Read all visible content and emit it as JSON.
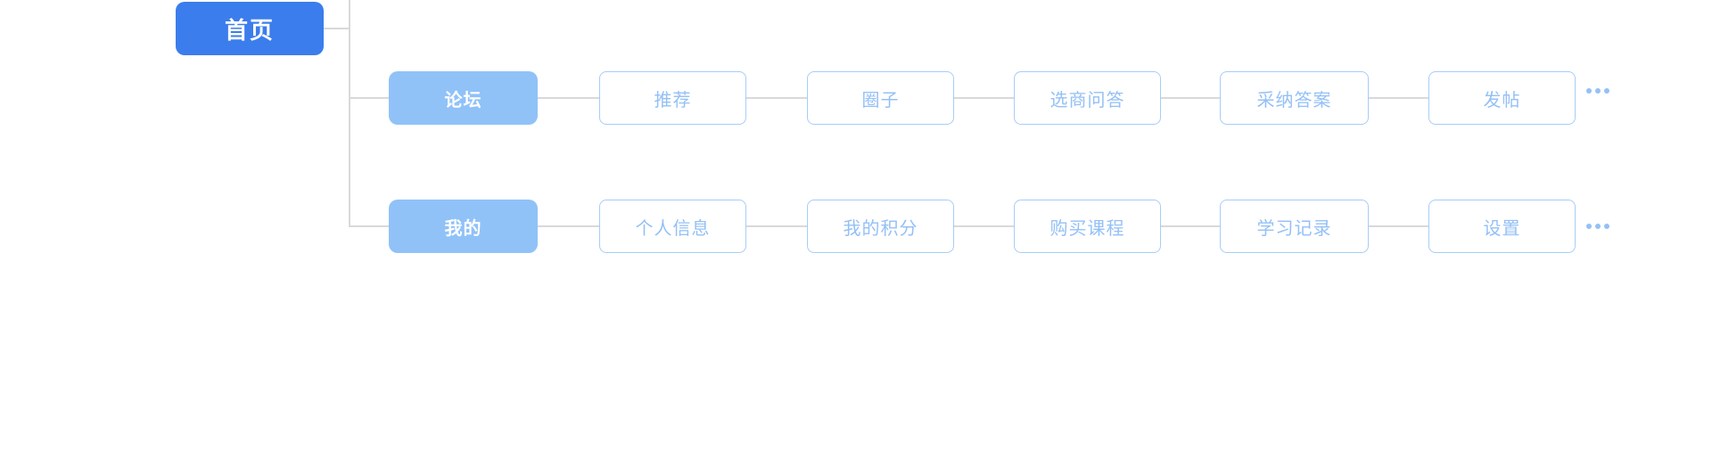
{
  "diagram_type": "mindmap-sitemap",
  "colors": {
    "background": "#ffffff",
    "root_fill": "#3b7dec",
    "root_text": "#ffffff",
    "branch_fill": "#90c2f8",
    "branch_text": "#ffffff",
    "child_border": "#a6cdf9",
    "child_text": "#94c0f6",
    "connector": "#d9d9d9",
    "more_dots": "#94c0f6"
  },
  "icons": {
    "more": "ellipsis-more-icon"
  },
  "tree": {
    "root_label": "首页",
    "branches": [
      {
        "label": "论坛",
        "children": [
          "推荐",
          "圈子",
          "选商问答",
          "采纳答案",
          "发帖"
        ],
        "has_more": true
      },
      {
        "label": "我的",
        "children": [
          "个人信息",
          "我的积分",
          "购买课程",
          "学习记录",
          "设置"
        ],
        "has_more": true
      }
    ]
  }
}
